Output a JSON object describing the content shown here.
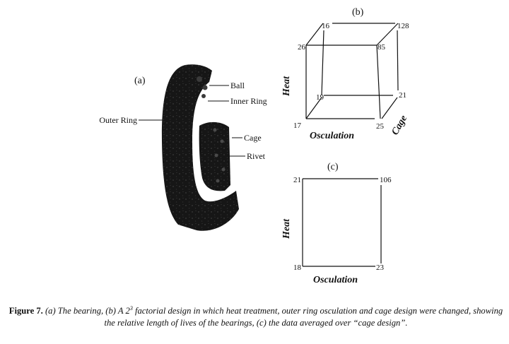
{
  "bearing": {
    "panel_label": "(a)",
    "parts": {
      "ball": "Ball",
      "inner_ring": "Inner Ring",
      "outer_ring": "Outer Ring",
      "cage": "Cage",
      "rivet": "Rivet"
    }
  },
  "cube": {
    "panel_label": "(b)",
    "axes": {
      "heat": "Heat",
      "osculation": "Osculation",
      "cage": "Cage"
    },
    "values": {
      "front_bottom_left": "17",
      "front_bottom_right": "25",
      "front_top_left": "26",
      "front_top_right": "85",
      "back_bottom_left": "19",
      "back_bottom_right": "21",
      "back_top_left": "16",
      "back_top_right": "128"
    }
  },
  "square": {
    "panel_label": "(c)",
    "axes": {
      "heat": "Heat",
      "osculation": "Osculation"
    },
    "values": {
      "top_left": "21",
      "top_right": "106",
      "bottom_left": "18",
      "bottom_right": "23"
    }
  },
  "caption": {
    "label": "Figure 7.",
    "text_1": "(a) The bearing, (b) A 2",
    "superscript": "3",
    "text_2": " factorial design in which heat treatment, outer ring osculation and cage design were changed, showing the relative length of lives of the bearings, (c)  the data averaged over “cage design”."
  }
}
